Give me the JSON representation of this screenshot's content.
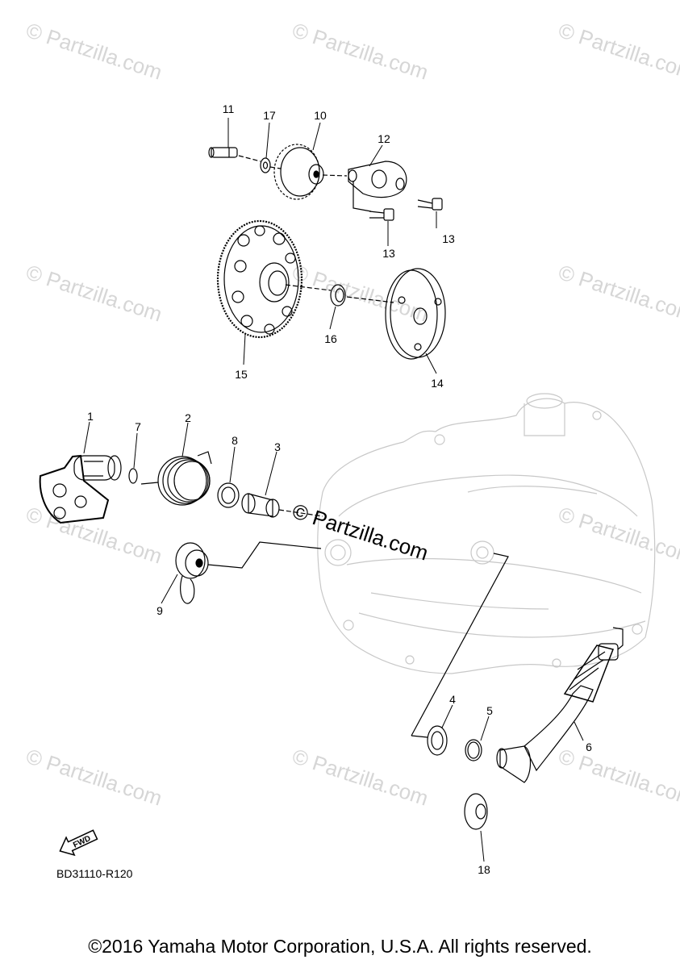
{
  "watermark": "© Partzilla.com",
  "diagram_code": "BD31110-R120",
  "fwd_label": "FWD",
  "copyright": "©2016 Yamaha Motor Corporation, U.S.A. All rights reserved.",
  "callouts": {
    "c1": "1",
    "c2": "2",
    "c3": "3",
    "c4": "4",
    "c5": "5",
    "c6": "6",
    "c7": "7",
    "c8": "8",
    "c9": "9",
    "c10": "10",
    "c11": "11",
    "c12": "12",
    "c13a": "13",
    "c13b": "13",
    "c14": "14",
    "c15": "15",
    "c16": "16",
    "c17": "17",
    "c18": "18"
  }
}
